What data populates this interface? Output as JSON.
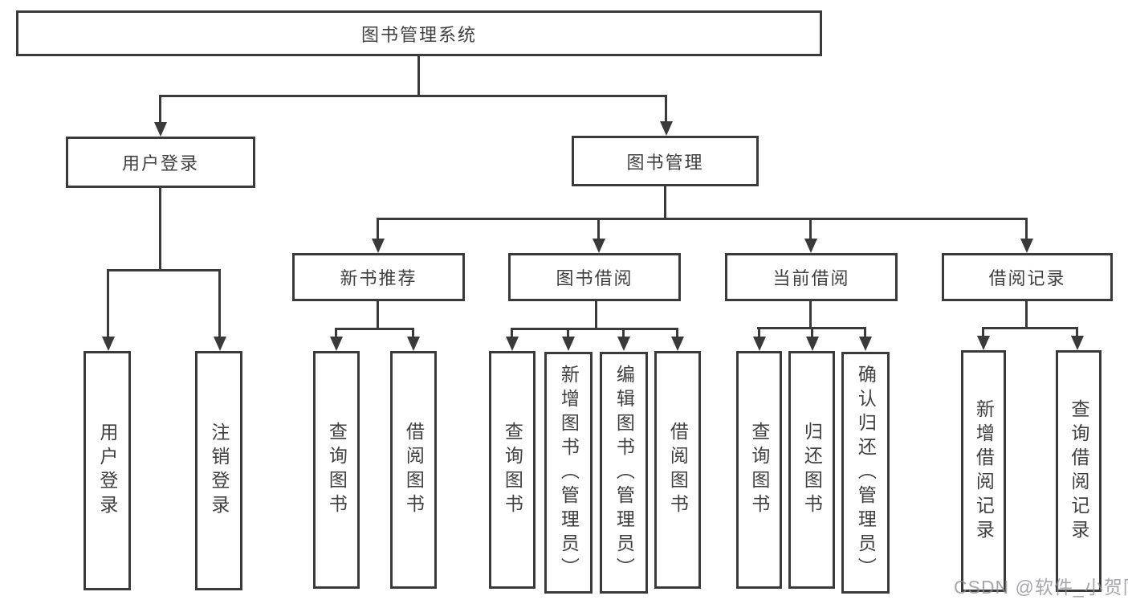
{
  "diagram": {
    "root": {
      "label": "图书管理系统"
    },
    "branches": [
      {
        "label": "用户登录",
        "children": [
          {
            "label": "用户登录"
          },
          {
            "label": "注销登录"
          }
        ]
      },
      {
        "label": "图书管理",
        "children": [
          {
            "label": "新书推荐",
            "children": [
              {
                "label": "查询图书"
              },
              {
                "label": "借阅图书"
              }
            ]
          },
          {
            "label": "图书借阅",
            "children": [
              {
                "label": "查询图书"
              },
              {
                "label": "新增图书（管理员）"
              },
              {
                "label": "编辑图书（管理员）"
              },
              {
                "label": "借阅图书"
              }
            ]
          },
          {
            "label": "当前借阅",
            "children": [
              {
                "label": "查询图书"
              },
              {
                "label": "归还图书"
              },
              {
                "label": "确认归还（管理员）"
              }
            ]
          },
          {
            "label": "借阅记录",
            "children": [
              {
                "label": "新增借阅记录"
              },
              {
                "label": "查询借阅记录"
              }
            ]
          }
        ]
      }
    ],
    "watermark": "CSDN @软件_小贺同学",
    "colors": {
      "line": "#3a3a3a",
      "text": "#3f3f3f",
      "watermark": "#8e8e94",
      "background": "#ffffff"
    }
  }
}
